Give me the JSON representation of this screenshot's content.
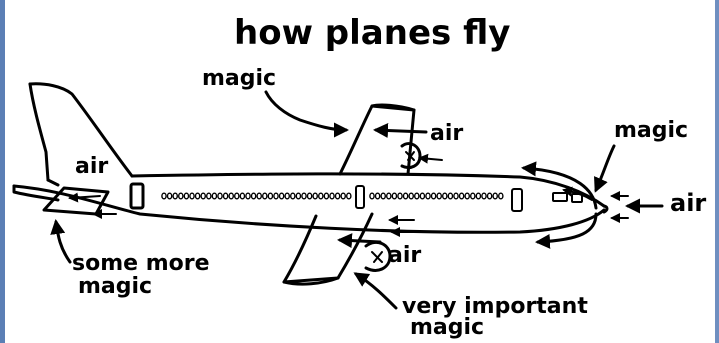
{
  "title": "how planes fly",
  "labels": {
    "magic_top": "magic",
    "air_top_wing": "air",
    "magic_nose": "magic",
    "air_nose": "air",
    "air_tail": "air",
    "some_more_line1": "some more",
    "some_more_line2": "magic",
    "air_bottom_wing": "air",
    "very_important_line1": "very important",
    "very_important_line2": "magic"
  },
  "colors": {
    "ink": "#000000",
    "background": "#ffffff",
    "frame_left": "#5b7fb5",
    "frame_right": "#6f8fc0"
  }
}
